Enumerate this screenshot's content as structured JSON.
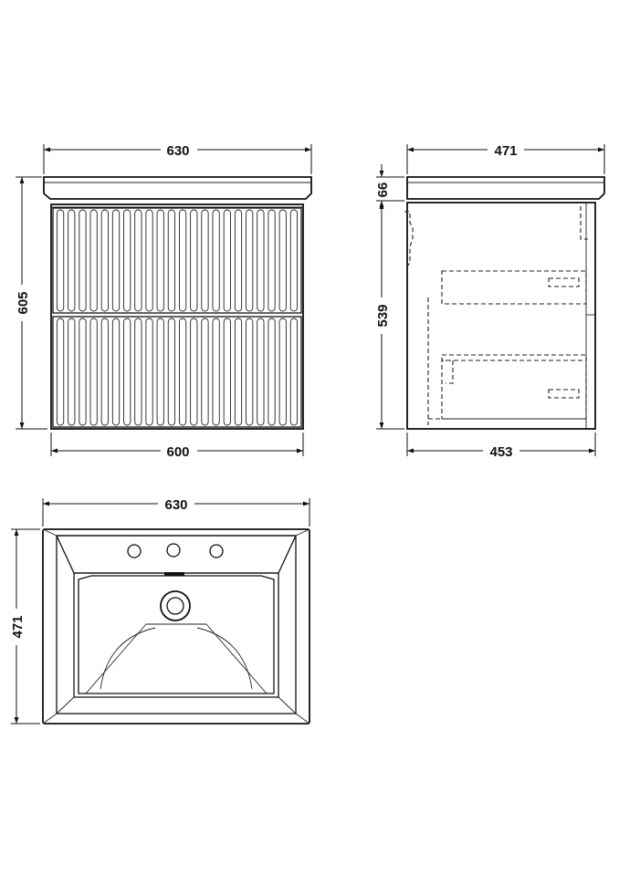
{
  "front_view": {
    "basin_width": "630",
    "cabinet_height": "605",
    "cabinet_width": "600"
  },
  "side_view": {
    "basin_depth": "471",
    "basin_height": "66",
    "cabinet_height": "539",
    "cabinet_depth": "453"
  },
  "plan_view": {
    "basin_width": "630",
    "basin_depth": "471"
  },
  "colors": {
    "line": "#111111",
    "background": "#ffffff"
  }
}
